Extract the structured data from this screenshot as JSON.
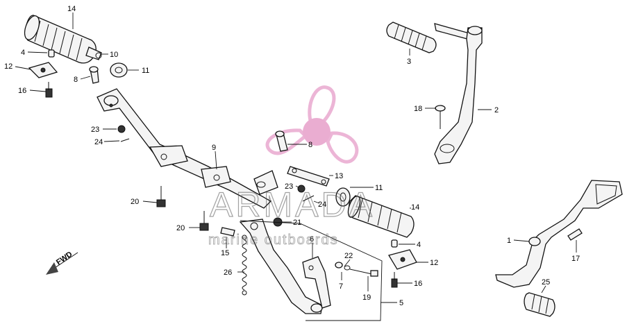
{
  "watermark": {
    "brand": "ARMADA",
    "tagline": "marine outboards",
    "logo_colors": {
      "light": "#f2c6e0",
      "medium": "#e28cc0"
    }
  },
  "fwd_label": "FWD",
  "callouts": [
    {
      "id": "c14a",
      "text": "14"
    },
    {
      "id": "c4a",
      "text": "4"
    },
    {
      "id": "c10",
      "text": "10"
    },
    {
      "id": "c12a",
      "text": "12"
    },
    {
      "id": "c11a",
      "text": "11"
    },
    {
      "id": "c8a",
      "text": "8"
    },
    {
      "id": "c16a",
      "text": "16"
    },
    {
      "id": "c23a",
      "text": "23"
    },
    {
      "id": "c24a",
      "text": "24"
    },
    {
      "id": "c9",
      "text": "9"
    },
    {
      "id": "c8b",
      "text": "8"
    },
    {
      "id": "c13",
      "text": "13"
    },
    {
      "id": "c23b",
      "text": "23"
    },
    {
      "id": "c11b",
      "text": "11"
    },
    {
      "id": "c24b",
      "text": "24"
    },
    {
      "id": "c14b",
      "text": "14"
    },
    {
      "id": "c20a",
      "text": "20"
    },
    {
      "id": "c20b",
      "text": "20"
    },
    {
      "id": "c21",
      "text": "21"
    },
    {
      "id": "c15",
      "text": "15"
    },
    {
      "id": "c6",
      "text": "6"
    },
    {
      "id": "c4b",
      "text": "4"
    },
    {
      "id": "c22",
      "text": "22"
    },
    {
      "id": "c12b",
      "text": "12"
    },
    {
      "id": "c26",
      "text": "26"
    },
    {
      "id": "c7",
      "text": "7"
    },
    {
      "id": "c16b",
      "text": "16"
    },
    {
      "id": "c19",
      "text": "19"
    },
    {
      "id": "c5",
      "text": "5"
    },
    {
      "id": "c3",
      "text": "3"
    },
    {
      "id": "c18",
      "text": "18"
    },
    {
      "id": "c2",
      "text": "2"
    },
    {
      "id": "c1",
      "text": "1"
    },
    {
      "id": "c17",
      "text": "17"
    },
    {
      "id": "c25",
      "text": "25"
    }
  ]
}
